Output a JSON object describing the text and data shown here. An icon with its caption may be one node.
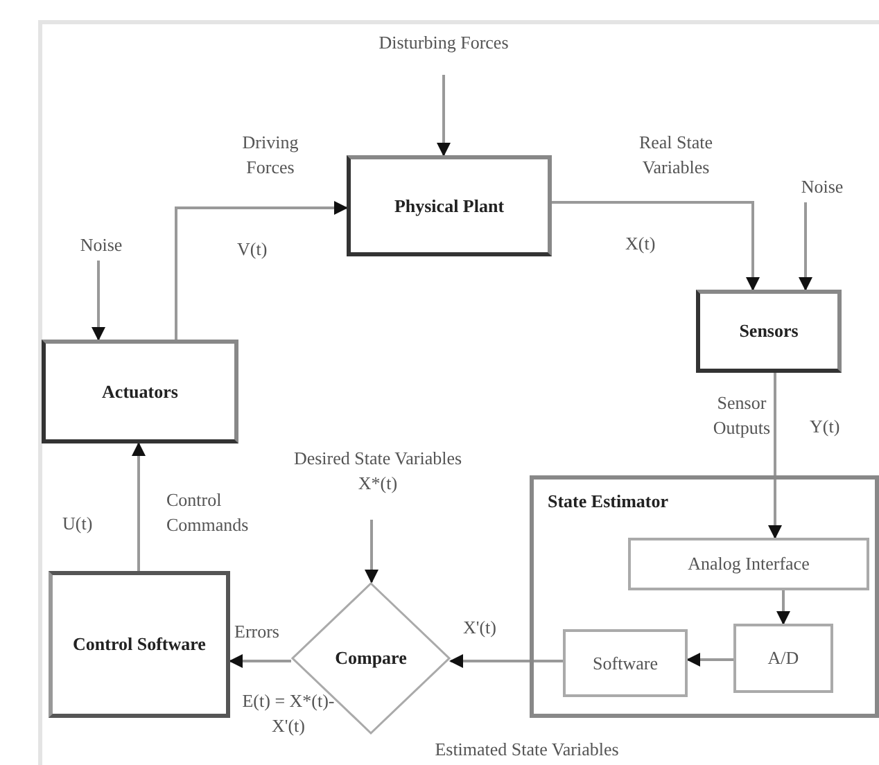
{
  "diagram": {
    "nodes": [
      {
        "text": [
          "Disturbing Forces"
        ]
      },
      {
        "text": [
          "Physical Plant"
        ]
      },
      {
        "text": [
          "Noise"
        ]
      },
      {
        "text": [
          "Actuators"
        ]
      },
      {
        "text": [
          "Noise"
        ]
      },
      {
        "text": [
          "Sensors"
        ]
      },
      {
        "text": [
          "Desired State Variables",
          "X*(t)"
        ]
      },
      {
        "text": [
          "Control Software"
        ]
      },
      {
        "text": [
          "Compare"
        ]
      },
      {
        "text": [
          "State Estimator"
        ]
      },
      {
        "text": [
          "Analog Interface"
        ],
        "in": 9
      },
      {
        "text": [
          "Software"
        ],
        "in": 9
      },
      {
        "text": [
          "A/D"
        ],
        "in": 9
      }
    ],
    "edges": [
      {
        "from": 0,
        "to": 1,
        "arrow": "to"
      },
      {
        "from": 2,
        "to": 3,
        "arrow": "to"
      },
      {
        "from": 3,
        "to": 1,
        "arrow": "to",
        "label": "V(t)"
      },
      {
        "from": 1,
        "to": 5,
        "arrow": "to",
        "label": "X(t)"
      },
      {
        "from": 4,
        "to": 5,
        "arrow": "to"
      },
      {
        "from": 5,
        "to": 10,
        "arrow": "to",
        "label": "Y(t)"
      },
      {
        "from": 6,
        "to": 8,
        "arrow": "to"
      },
      {
        "from": 10,
        "to": 12,
        "arrow": "to"
      },
      {
        "from": 12,
        "to": 11,
        "arrow": "to"
      },
      {
        "from": 11,
        "to": 8,
        "arrow": "to",
        "label": "X'(t)"
      },
      {
        "from": 8,
        "to": 7,
        "arrow": "to",
        "label": "Errors"
      },
      {
        "from": 7,
        "to": 3,
        "arrow": "to",
        "label": "U(t)"
      }
    ],
    "labels": [
      "Driving Forces",
      "Real State Variables",
      "Sensor Outputs",
      "Control Commands",
      "E(t) = X*(t)-X'(t)",
      "Estimated State Variables"
    ]
  }
}
